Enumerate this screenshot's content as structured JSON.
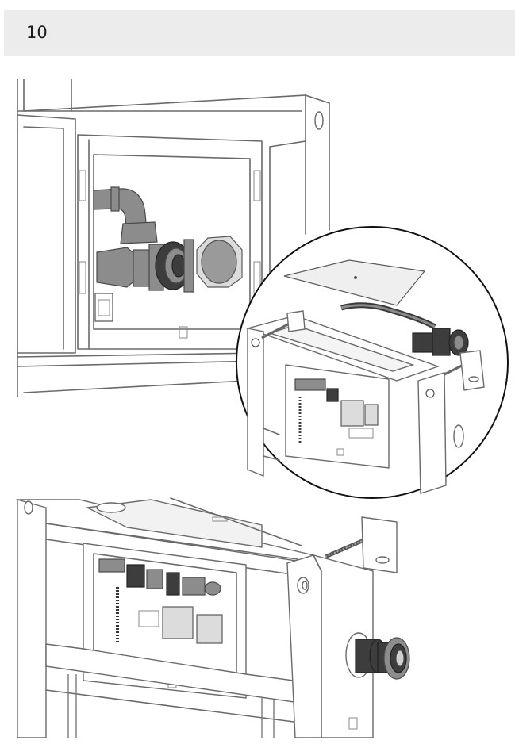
{
  "step": {
    "number": "10"
  },
  "illustrations": {
    "top": {
      "icon": "wall-flush-valve-connection-illustration"
    },
    "detail": {
      "icon": "magnified-frame-detail-illustration"
    },
    "bottom": {
      "icon": "frame-with-side-outlet-illustration"
    }
  }
}
